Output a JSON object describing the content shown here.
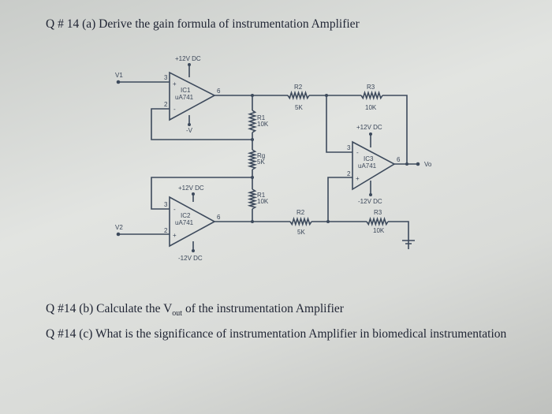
{
  "questions": {
    "a": "Q # 14 (a) Derive the gain formula of instrumentation Amplifier",
    "b_pre": "Q #14 (b) Calculate the V",
    "b_sub": "out",
    "b_post": " of the instrumentation Amplifier",
    "c": "Q #14 (c) What is the significance of instrumentation Amplifier in biomedical instrumentation"
  },
  "circuit": {
    "v1": "V1",
    "v2": "V2",
    "vo": "Vo",
    "ic1": {
      "name": "IC1",
      "part": "uA741",
      "vpos": "+12V DC",
      "vneg": "-V",
      "pin_plus": "3",
      "pin_minus": "2",
      "pin_out": "6"
    },
    "ic2": {
      "name": "IC2",
      "part": "uA741",
      "vpos": "+12V DC",
      "vneg": "-12V DC",
      "pin_plus": "2",
      "pin_minus": "3",
      "pin_out": "6"
    },
    "ic3": {
      "name": "IC3",
      "part": "uA741",
      "vpos": "+12V DC",
      "vneg": "-12V DC",
      "pin_plus": "2",
      "pin_minus": "3",
      "pin_out": "6"
    },
    "r1_top": {
      "name": "R1",
      "value": "10K"
    },
    "rg": {
      "name": "Rg",
      "value": "5K"
    },
    "r1_bot": {
      "name": "R1",
      "value": "10K"
    },
    "r2_top": {
      "name": "R2",
      "value": "5K"
    },
    "r3_top": {
      "name": "R3",
      "value": "10K"
    },
    "r2_bot": {
      "name": "R2",
      "value": "5K"
    },
    "r3_bot": {
      "name": "R3",
      "value": "10K"
    },
    "plus": "+",
    "minus": "-"
  }
}
